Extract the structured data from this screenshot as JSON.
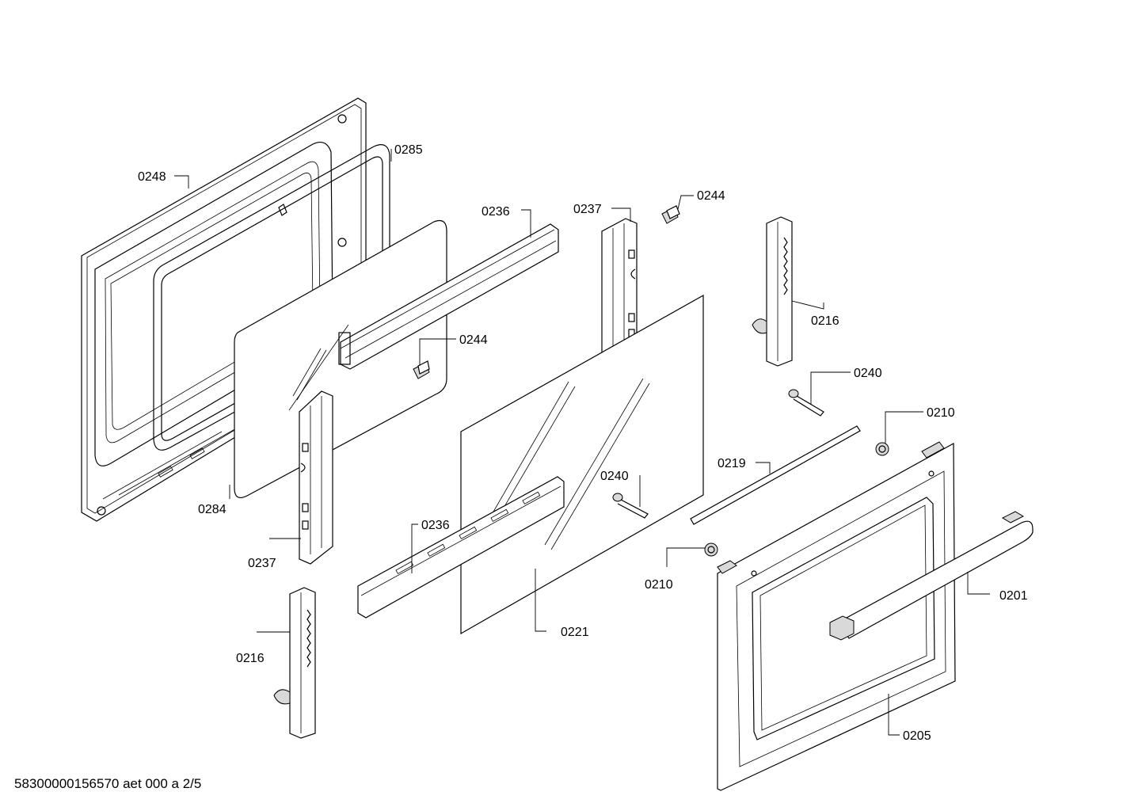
{
  "drawing": {
    "footer_code": "58300000156570 aet 000 a 2/5",
    "colors": {
      "line": "#000000",
      "background": "#ffffff",
      "shade": "#d9d9d9"
    },
    "labels": {
      "p0248": "0248",
      "p0285": "0285",
      "p0236_top": "0236",
      "p0237_top": "0237",
      "p0244_top": "0244",
      "p0216_right": "0216",
      "p0244_mid": "0244",
      "p0240_right": "0240",
      "p0210_right": "0210",
      "p0219": "0219",
      "p0240_mid": "0240",
      "p0284": "0284",
      "p0236_bottom": "0236",
      "p0237_bottom": "0237",
      "p0210_mid": "0210",
      "p0201": "0201",
      "p0221": "0221",
      "p0216_left": "0216",
      "p0205": "0205"
    }
  }
}
